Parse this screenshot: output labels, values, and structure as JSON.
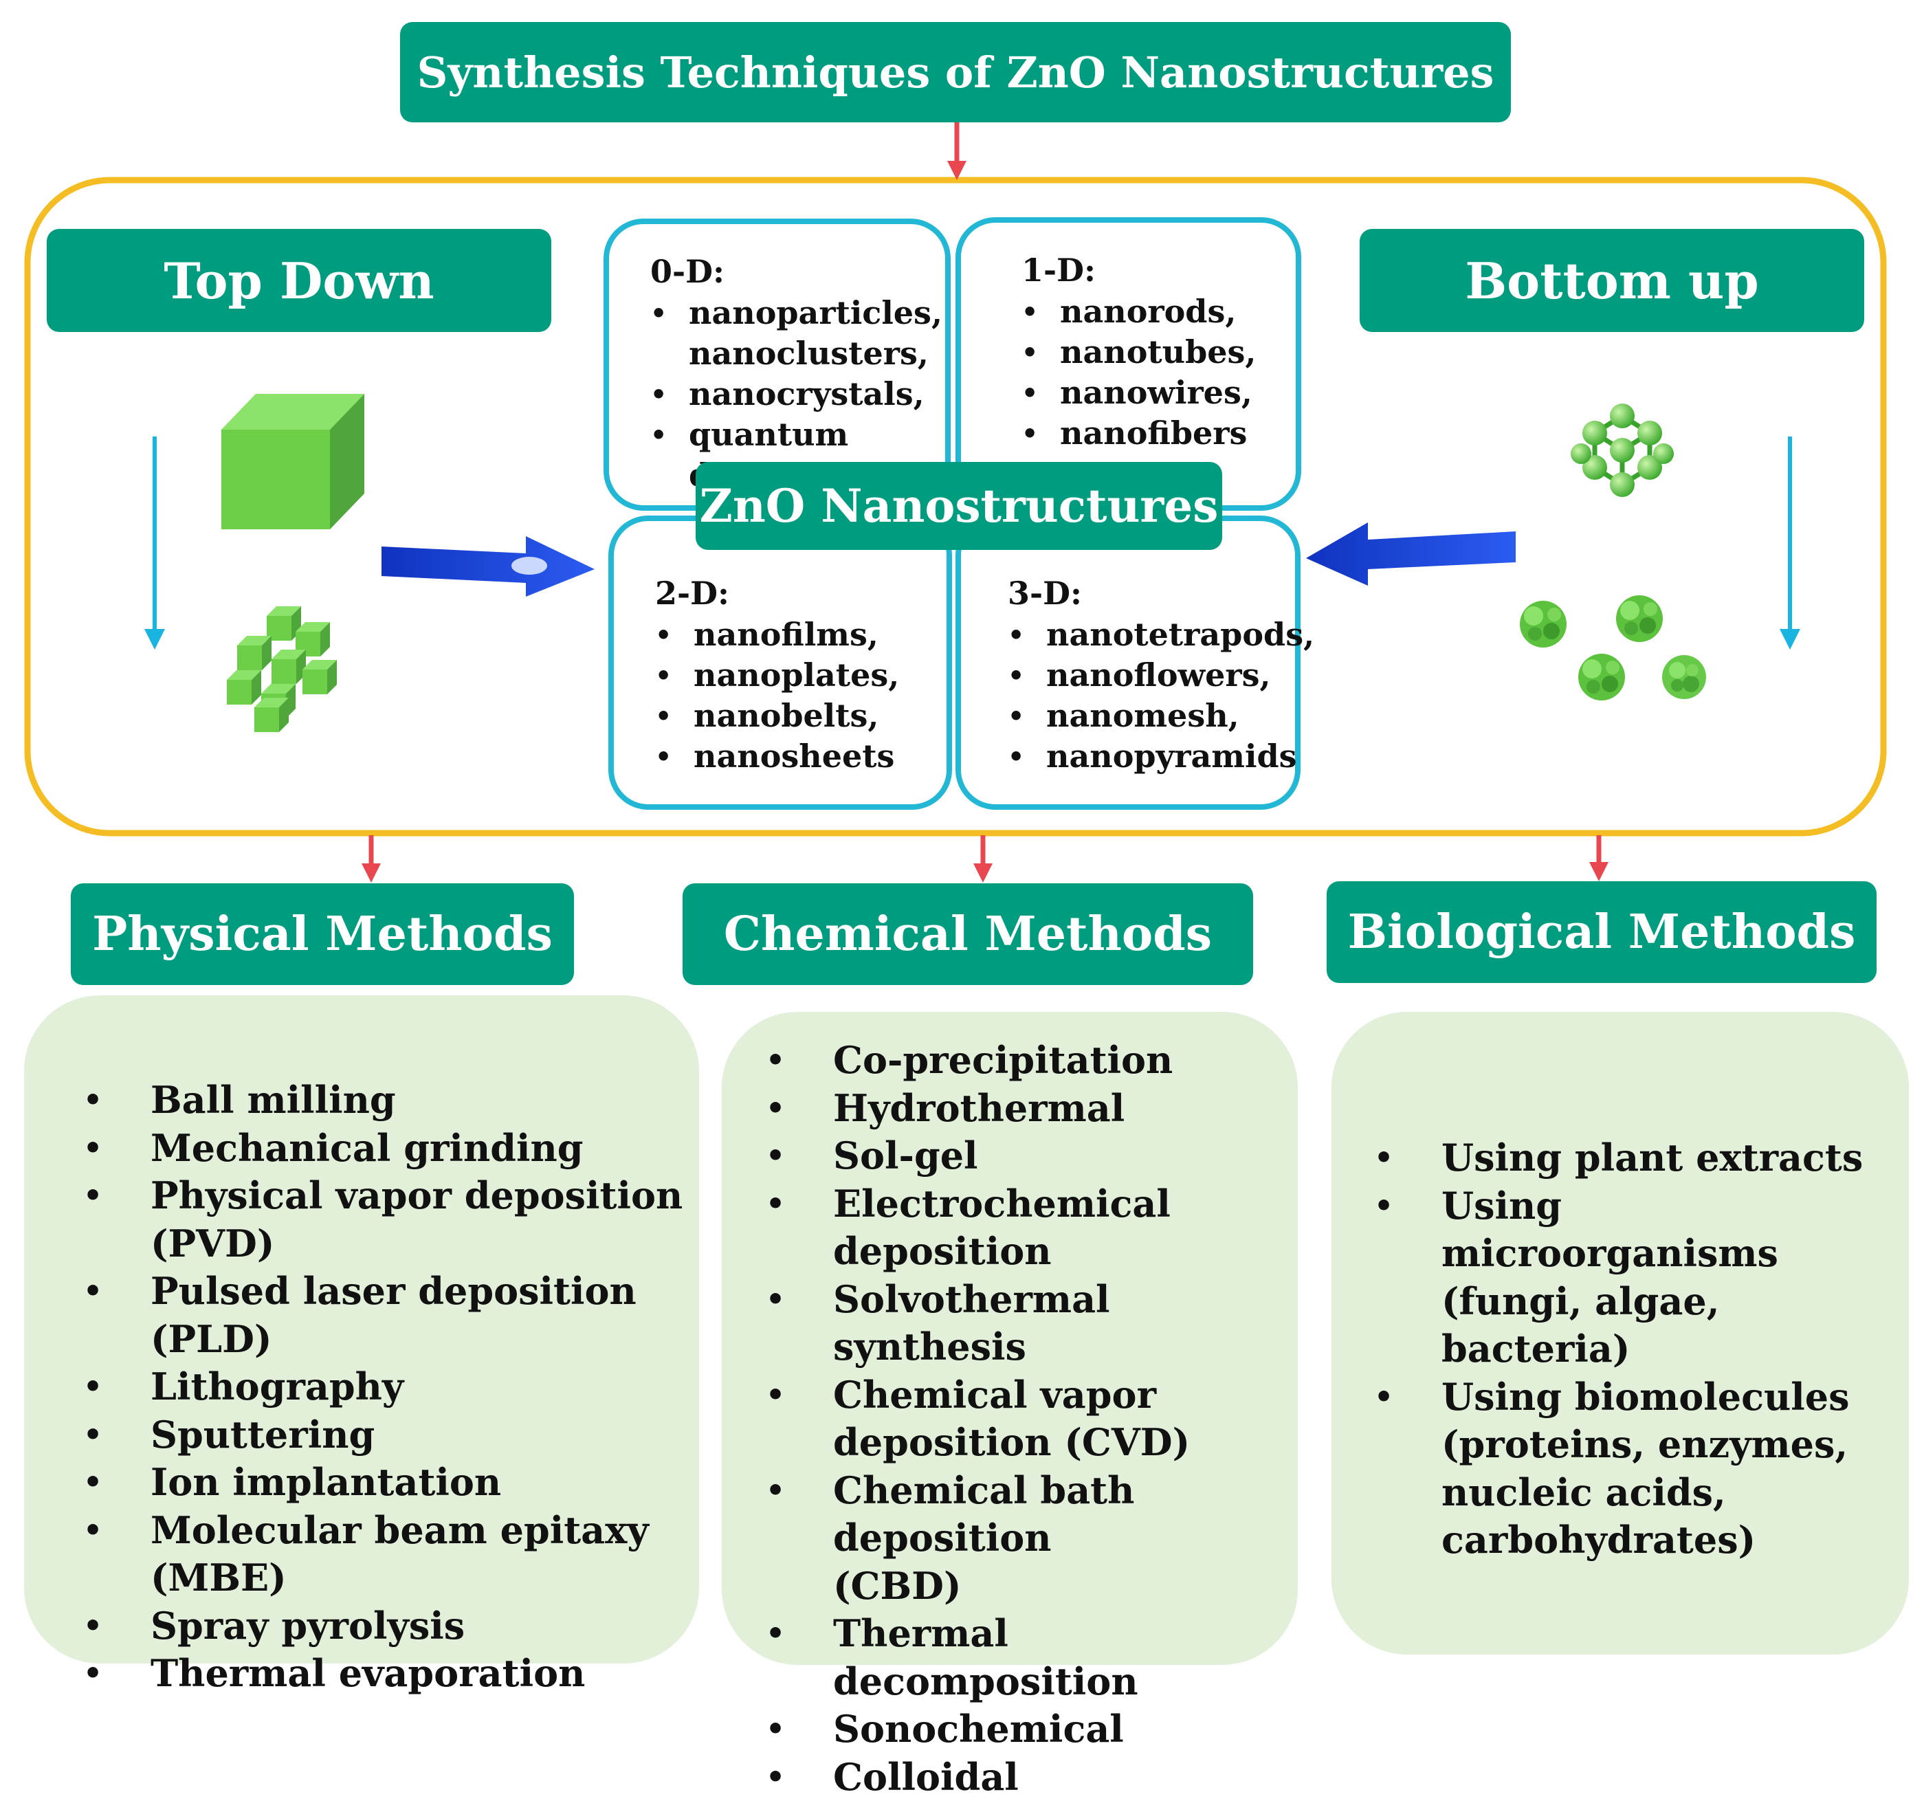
{
  "title": "Synthesis Techniques of ZnO Nanostructures",
  "approaches": {
    "top_down": "Top Down",
    "bottom_up": "Bottom up"
  },
  "center_label": "ZnO Nanostructures",
  "dimensions": {
    "zero_d": {
      "heading": "0-D:",
      "items": [
        "nanoparticles,",
        "nanoclusters,",
        "nanocrystals,",
        "quantum dots"
      ]
    },
    "one_d": {
      "heading": "1-D:",
      "items": [
        "nanorods,",
        "nanotubes,",
        "nanowires,",
        "nanofibers"
      ]
    },
    "two_d": {
      "heading": "2-D:",
      "items": [
        "nanofilms,",
        "nanoplates,",
        "nanobelts,",
        "nanosheets"
      ]
    },
    "three_d": {
      "heading": "3-D:",
      "items": [
        "nanotetrapods,",
        "nanoflowers,",
        "nanomesh,",
        "nanopyramids"
      ]
    }
  },
  "methods": {
    "physical": {
      "label": "Physical Methods",
      "items": [
        "Ball milling",
        "Mechanical grinding",
        "Physical vapor deposition",
        "Pulsed laser deposition (PLD)",
        "Lithography",
        "Sputtering",
        "Ion implantation",
        "Molecular beam epitaxy (MBE)",
        "Spray pyrolysis",
        "Thermal evaporation"
      ],
      "pvd_suffix": "(PVD)"
    },
    "chemical": {
      "label": "Chemical Methods",
      "items": [
        "Co-precipitation",
        "Hydrothermal",
        "Sol-gel",
        "Electrochemical",
        "Solvothermal synthesis",
        "Chemical vapor",
        "Chemical bath deposition",
        "Thermal decomposition",
        "Sonochemical",
        "Colloidal"
      ],
      "electrochem_suffix": "deposition",
      "cvd_suffix": "deposition (CVD)",
      "cbd_suffix": "(CBD)"
    },
    "biological": {
      "label": "Biological Methods",
      "items": [
        "Using plant extracts",
        "Using microorganisms",
        "Using biomolecules"
      ],
      "micro_suffix": "(fungi, algae, bacteria)",
      "bio_suffix_1": "(proteins, enzymes,",
      "bio_suffix_2": "nucleic acids,",
      "bio_suffix_3": "carbohydrates)"
    }
  },
  "colors": {
    "teal": "#009c80",
    "frame": "#f5bd24",
    "quad_border": "#22b7d4",
    "panel": "#e2f0da",
    "red_arrow": "#e8474f",
    "blue_arrow": "#1a44d6",
    "cube_green": "#6ccf47"
  }
}
